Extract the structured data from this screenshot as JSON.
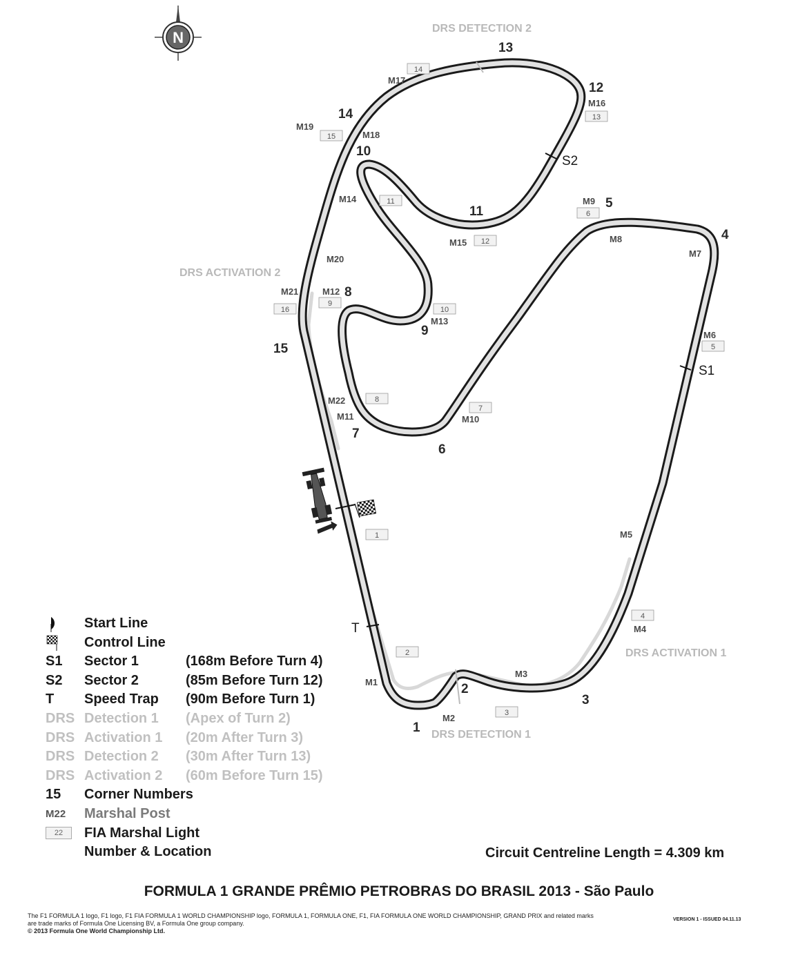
{
  "corners": [
    "1",
    "2",
    "3",
    "4",
    "5",
    "6",
    "7",
    "8",
    "9",
    "10",
    "11",
    "12",
    "13",
    "14",
    "15"
  ],
  "marshal_posts": [
    "M1",
    "M2",
    "M3",
    "M4",
    "M5",
    "M6",
    "M7",
    "M8",
    "M9",
    "M10",
    "M11",
    "M12",
    "M13",
    "M14",
    "M15",
    "M16",
    "M17",
    "M18",
    "M19",
    "M20",
    "M21",
    "M22"
  ],
  "marshal_lights": [
    "1",
    "2",
    "3",
    "4",
    "5",
    "6",
    "7",
    "8",
    "9",
    "10",
    "11",
    "12",
    "13",
    "14",
    "15",
    "16"
  ],
  "sectors": {
    "s1": "S1",
    "s2": "S2",
    "t": "T"
  },
  "drs_labels": {
    "detection_1": "DRS DETECTION 1",
    "activation_1": "DRS ACTIVATION 1",
    "detection_2": "DRS DETECTION 2",
    "activation_2": "DRS ACTIVATION 2"
  },
  "legend": {
    "start": {
      "name": "Start Line"
    },
    "control": {
      "name": "Control Line"
    },
    "s1": {
      "sym": "S1",
      "name": "Sector 1",
      "desc": "(168m Before Turn 4)"
    },
    "s2": {
      "sym": "S2",
      "name": "Sector 2",
      "desc": "(85m Before Turn 12)"
    },
    "t": {
      "sym": "T",
      "name": "Speed Trap",
      "desc": "(90m Before Turn 1)"
    },
    "drs_d1": {
      "sym": "DRS",
      "name": "Detection 1",
      "desc": "(Apex of Turn 2)"
    },
    "drs_a1": {
      "sym": "DRS",
      "name": "Activation 1",
      "desc": "(20m After Turn 3)"
    },
    "drs_d2": {
      "sym": "DRS",
      "name": "Detection 2",
      "desc": "(30m After Turn 13)"
    },
    "drs_a2": {
      "sym": "DRS",
      "name": "Activation 2",
      "desc": "(60m Before Turn 15)"
    },
    "corner": {
      "sym": "15",
      "name": "Corner Numbers"
    },
    "marshal": {
      "sym": "M22",
      "name": "Marshal Post"
    },
    "light": {
      "sym": "22",
      "name": "FIA Marshal Light",
      "name2": "Number & Location"
    }
  },
  "length_text": "Circuit Centreline Length = 4.309 km",
  "title": "FORMULA 1 GRANDE PRÊMIO PETROBRAS DO BRASIL 2013 - São Paulo",
  "legal_1": "The F1 FORMULA 1 logo, F1 logo, F1 FIA FORMULA 1 WORLD CHAMPIONSHIP logo, FORMULA 1, FORMULA ONE, F1, FIA FORMULA ONE WORLD CHAMPIONSHIP, GRAND PRIX and related marks",
  "legal_2": "are trade marks of Formula One Licensing BV, a Formula One group company.",
  "legal_3": "© 2013 Formula One World Championship Ltd.",
  "version": "VERSION 1 - ISSUED 04.11.13",
  "compass_letter": "N",
  "icons": [
    "compass-icon",
    "start-line-icon",
    "chequered-flag-icon",
    "car-icon"
  ]
}
